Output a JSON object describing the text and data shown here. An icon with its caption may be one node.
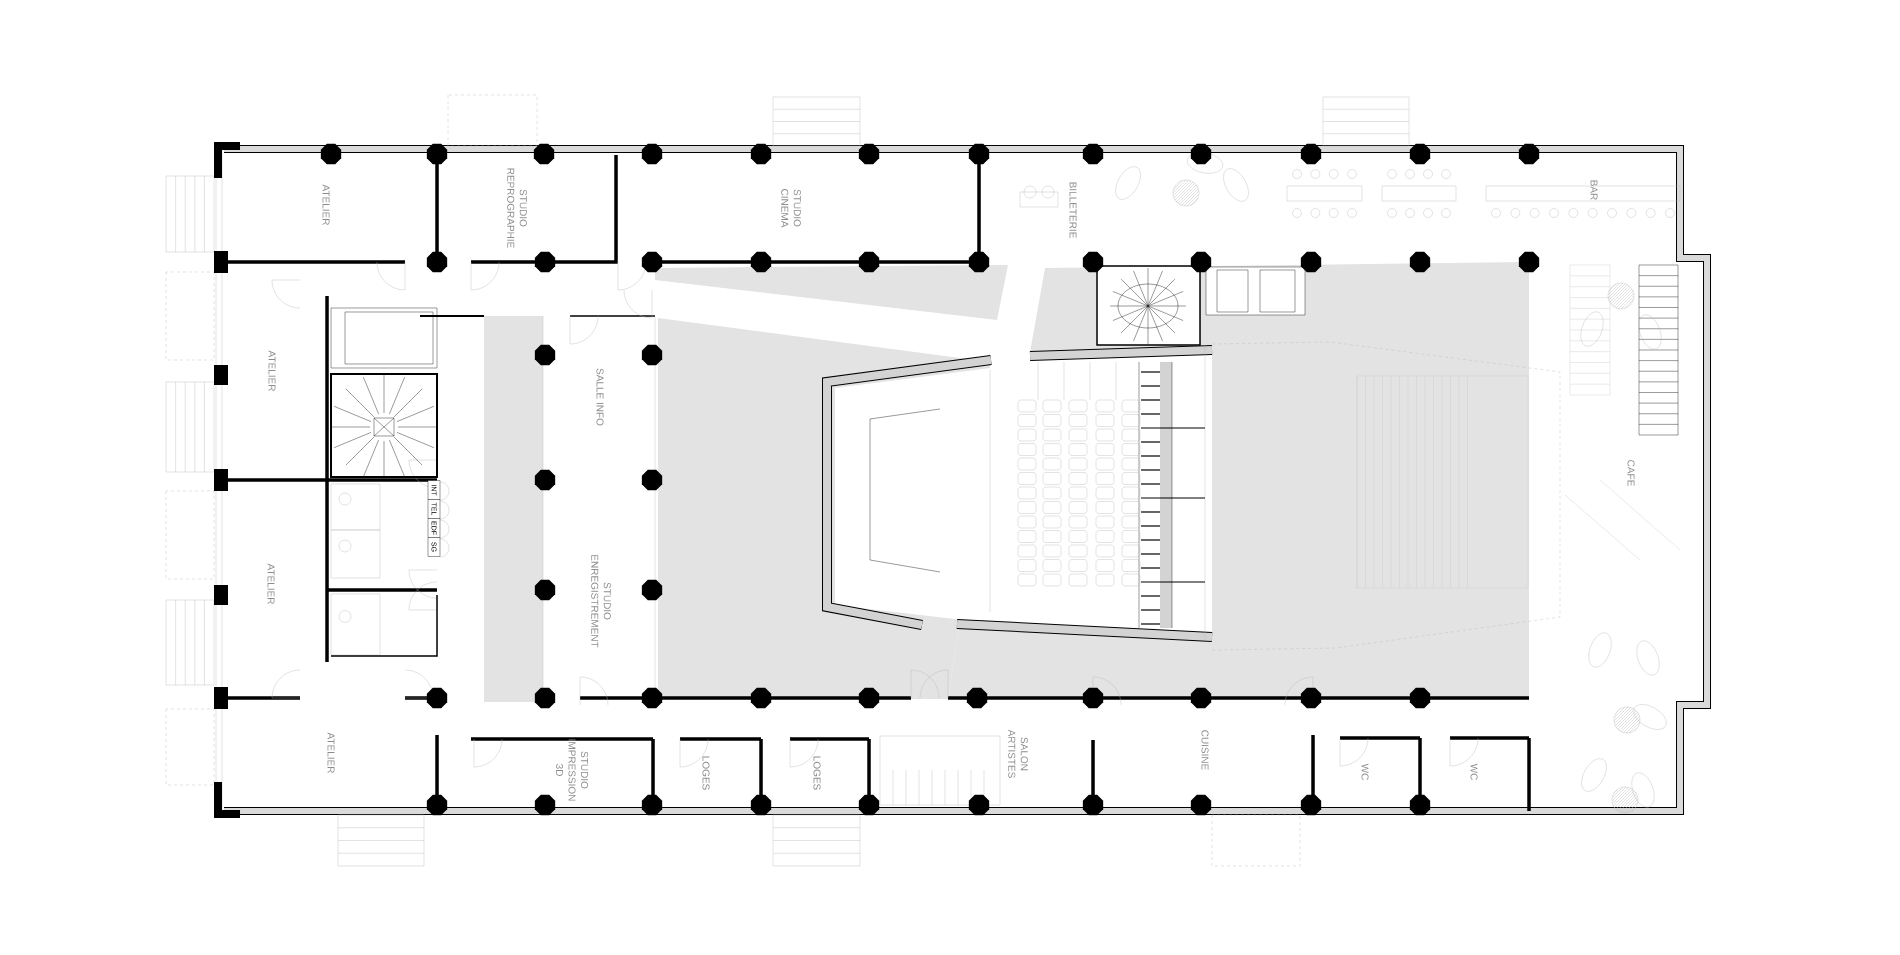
{
  "diagram": {
    "labels": [
      "ATELIER",
      "STUDIO REPROGRAPHIE",
      "STUDIO CINEMA",
      "BILLETERIE",
      "BAR",
      "ATELIER",
      "SALLE INFO",
      "CAFE",
      "INT",
      "TEL",
      "EDF",
      "SG",
      "ATELIER",
      "STUDIO ENREGISTREMENT",
      "ATELIER",
      "STUDIO IMPRESSION 3D",
      "LOGES",
      "LOGES",
      "SALON ARTISTES",
      "CUISINE",
      "WC",
      "WC"
    ]
  }
}
